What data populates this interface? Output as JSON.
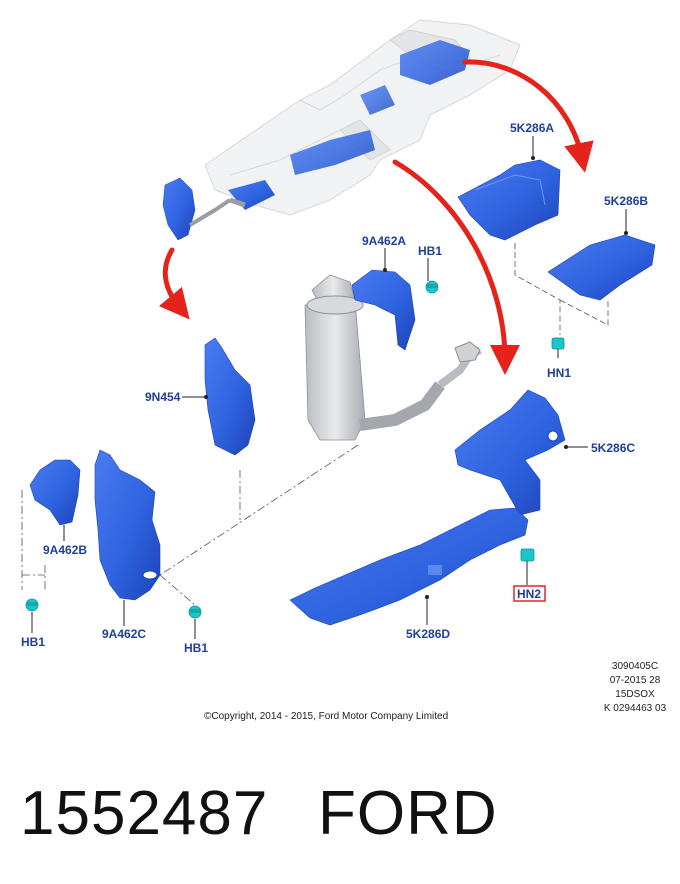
{
  "callouts": {
    "c_5k286a": "5K286A",
    "c_5k286b": "5K286B",
    "c_9a462a": "9A462A",
    "c_hb1_top": "HB1",
    "c_hn1": "HN1",
    "c_9n454": "9N454",
    "c_5k286c": "5K286C",
    "c_9a462b": "9A462B",
    "c_hb1_left": "HB1",
    "c_9a462c": "9A462C",
    "c_hb1_bottom": "HB1",
    "c_hn2": "HN2",
    "c_5k286d": "5K286D"
  },
  "reference": {
    "line1": "3090405C",
    "line2": "07-2015 28",
    "line3": "15DSOX",
    "line4": "K 0294463 03"
  },
  "copyright": "©Copyright, 2014 - 2015, Ford Motor Company Limited",
  "caption": {
    "part_number": "1552487",
    "brand": "FORD"
  },
  "colors": {
    "part_blue": "#2f63e0",
    "part_blue_dark": "#1c43b8",
    "arrow_red": "#e5231b",
    "label_blue": "#1f3f9a",
    "fastener_cyan": "#19c6c9",
    "highlight_box": "#e0262b",
    "ghost_grey": "#c9ccd1"
  }
}
